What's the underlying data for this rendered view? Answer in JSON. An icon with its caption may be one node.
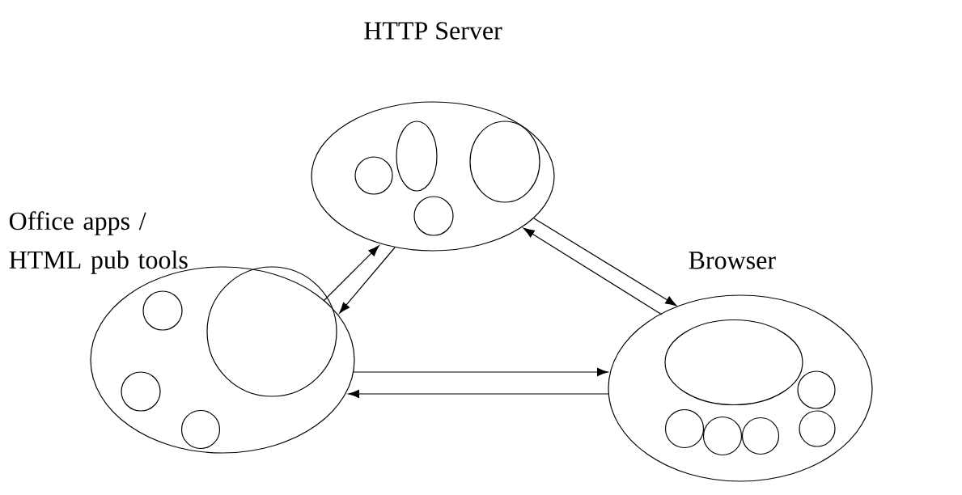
{
  "diagram": {
    "nodes": [
      {
        "text": [
          "HTTP Server"
        ]
      },
      {
        "text": [],
        "shape": "ellipse",
        "in": 0
      },
      {
        "text": [],
        "shape": "ellipse",
        "in": 0
      },
      {
        "text": [],
        "shape": "circle",
        "in": 0
      },
      {
        "text": [],
        "shape": "circle",
        "in": 0
      },
      {
        "text": [
          "Office apps / HTML pub tools"
        ]
      },
      {
        "text": [],
        "shape": "circle",
        "in": 5
      },
      {
        "text": [],
        "shape": "circle",
        "in": 5
      },
      {
        "text": [],
        "shape": "circle",
        "in": 5
      },
      {
        "text": [],
        "shape": "circle",
        "in": 5
      },
      {
        "text": [
          "Browser"
        ]
      },
      {
        "text": [],
        "shape": "ellipse",
        "in": 10
      },
      {
        "text": [],
        "shape": "circle",
        "in": 10
      },
      {
        "text": [],
        "shape": "circle",
        "in": 10
      },
      {
        "text": [],
        "shape": "circle",
        "in": 10
      },
      {
        "text": [],
        "shape": "circle",
        "in": 10
      },
      {
        "text": [],
        "shape": "circle",
        "in": 10
      }
    ],
    "edges": [
      {
        "from": 5,
        "to": 0,
        "arrow": "to"
      },
      {
        "from": 0,
        "to": 5,
        "arrow": "to"
      },
      {
        "from": 0,
        "to": 10,
        "arrow": "to"
      },
      {
        "from": 10,
        "to": 0,
        "arrow": "to"
      },
      {
        "from": 5,
        "to": 10,
        "arrow": "to"
      },
      {
        "from": 10,
        "to": 5,
        "arrow": "to"
      }
    ]
  }
}
